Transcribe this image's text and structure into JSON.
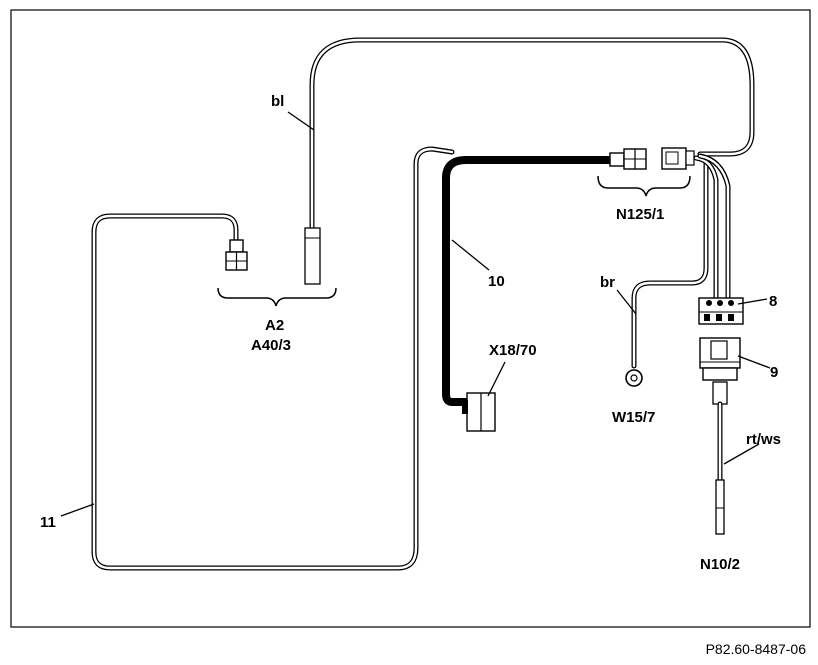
{
  "labels": {
    "bl": "bl",
    "a2": "A2",
    "a40_3": "A40/3",
    "n125_1": "N125/1",
    "ten": "10",
    "br": "br",
    "eight": "8",
    "x18_70": "X18/70",
    "nine": "9",
    "w15_7": "W15/7",
    "rt_ws": "rt/ws",
    "eleven": "11",
    "n10_2": "N10/2"
  },
  "reference": "P82.60-8487-06"
}
